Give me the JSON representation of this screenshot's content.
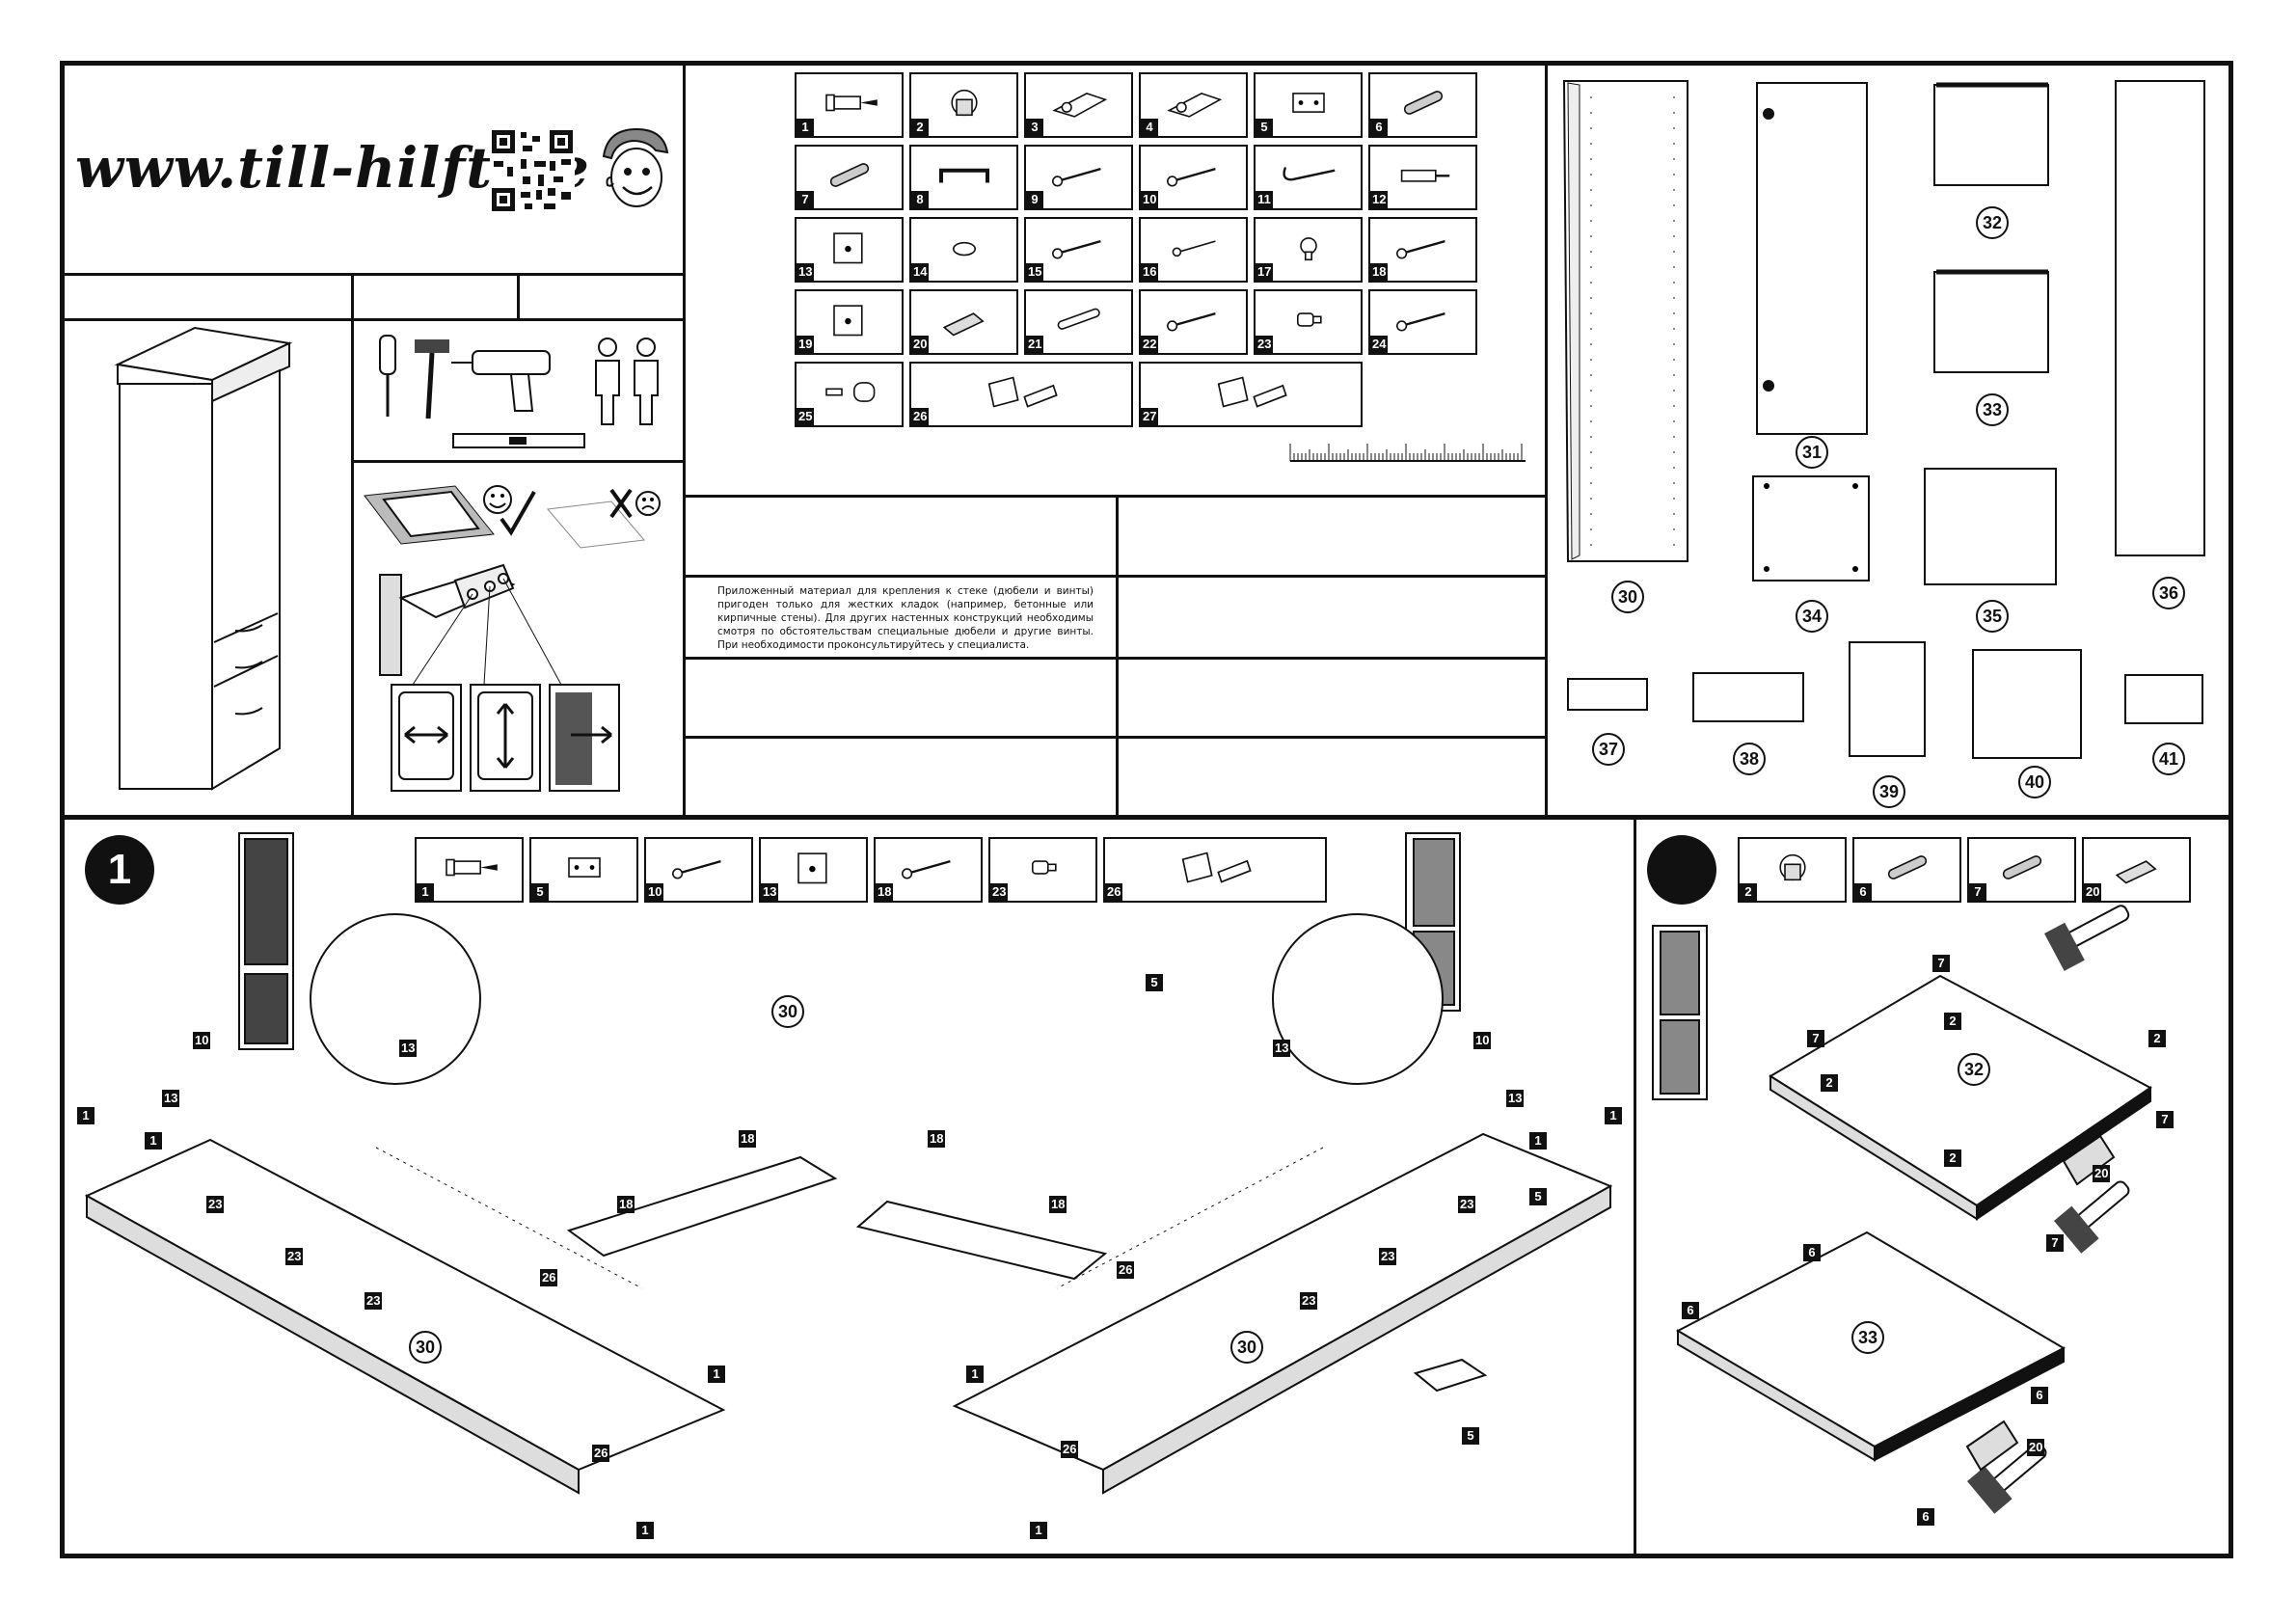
{
  "header": {
    "logo_text": "www.till-hilft.de",
    "qr_code": "qr-code",
    "mascot": "mascot-face"
  },
  "note_text": "Приложенный материал для крепления к стеке (дюбели и винты) пригоден только для жестких кладок (например, бетонные или кирпичные стены). Для других настенных конструкций необходимы смотря по обстоятельствам специальные дюбели и другие винты. При необходимости проконсультируйтесь у специалиста.",
  "hardware": [
    {
      "num": "1",
      "icon": "dowel-screw-icon"
    },
    {
      "num": "2",
      "icon": "cam-lock-icon"
    },
    {
      "num": "3",
      "icon": "hinge-icon"
    },
    {
      "num": "4",
      "icon": "hinge-icon"
    },
    {
      "num": "5",
      "icon": "hinge-plate-icon"
    },
    {
      "num": "6",
      "icon": "wood-dowel-icon"
    },
    {
      "num": "7",
      "icon": "wood-dowel-icon"
    },
    {
      "num": "8",
      "icon": "handle-icon"
    },
    {
      "num": "9",
      "icon": "screw-icon"
    },
    {
      "num": "10",
      "icon": "screw-icon"
    },
    {
      "num": "11",
      "icon": "hook-screw-icon"
    },
    {
      "num": "12",
      "icon": "wall-plug-icon"
    },
    {
      "num": "13",
      "icon": "bracket-icon"
    },
    {
      "num": "14",
      "icon": "bumper-icon"
    },
    {
      "num": "15",
      "icon": "screw-icon"
    },
    {
      "num": "16",
      "icon": "nail-icon"
    },
    {
      "num": "17",
      "icon": "knob-icon"
    },
    {
      "num": "18",
      "icon": "screw-icon"
    },
    {
      "num": "19",
      "icon": "bracket-icon"
    },
    {
      "num": "20",
      "icon": "glue-tube-icon"
    },
    {
      "num": "21",
      "icon": "stick-icon"
    },
    {
      "num": "22",
      "icon": "screw-icon"
    },
    {
      "num": "23",
      "icon": "shelf-pin-icon"
    },
    {
      "num": "24",
      "icon": "screw-icon"
    },
    {
      "num": "25",
      "icon": "pin-icon"
    },
    {
      "num": "26",
      "icon": "drawer-runner-icon"
    },
    {
      "num": "27",
      "icon": "drawer-runner-icon"
    }
  ],
  "panels": [
    "30",
    "31",
    "32",
    "33",
    "34",
    "35",
    "36",
    "37",
    "38",
    "39",
    "40",
    "41"
  ],
  "step1": {
    "number": "1",
    "parts": [
      "1",
      "5",
      "10",
      "13",
      "18",
      "23",
      "26"
    ],
    "labels": {
      "panel": "30",
      "dowel": "1",
      "screw10": "10",
      "bracket": "13",
      "screw18": "18",
      "pin": "23",
      "runner": "26",
      "plate": "5"
    }
  },
  "step2": {
    "parts": [
      "2",
      "6",
      "7",
      "20"
    ],
    "labels": {
      "top": "32",
      "bottom": "33",
      "cam": "2",
      "dowel6": "6",
      "dowel7": "7",
      "glue": "20"
    }
  }
}
